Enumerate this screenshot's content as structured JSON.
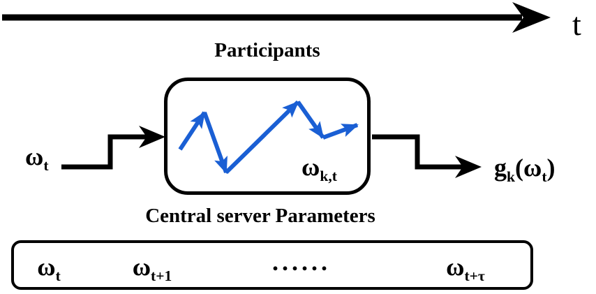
{
  "diagram": {
    "timeline": {
      "label": "t"
    },
    "participants": {
      "title": "Participants",
      "state_label": {
        "base": "ω",
        "sub": "k,t"
      }
    },
    "input_label": {
      "base": "ω",
      "sub": "t"
    },
    "output_label": {
      "pre": "g",
      "pre_sub": "k",
      "mid": "(ω",
      "mid_sub": "t",
      "post": ")"
    },
    "central_server": {
      "title": "Central server Parameters",
      "items": [
        {
          "base": "ω",
          "sub": "t"
        },
        {
          "base": "ω",
          "sub": "t+1"
        },
        {
          "base": "......",
          "sub": ""
        },
        {
          "base": "ω",
          "sub": "t+τ"
        }
      ]
    },
    "colors": {
      "line": "#000000",
      "trajectory": "#1a5fd4"
    }
  }
}
